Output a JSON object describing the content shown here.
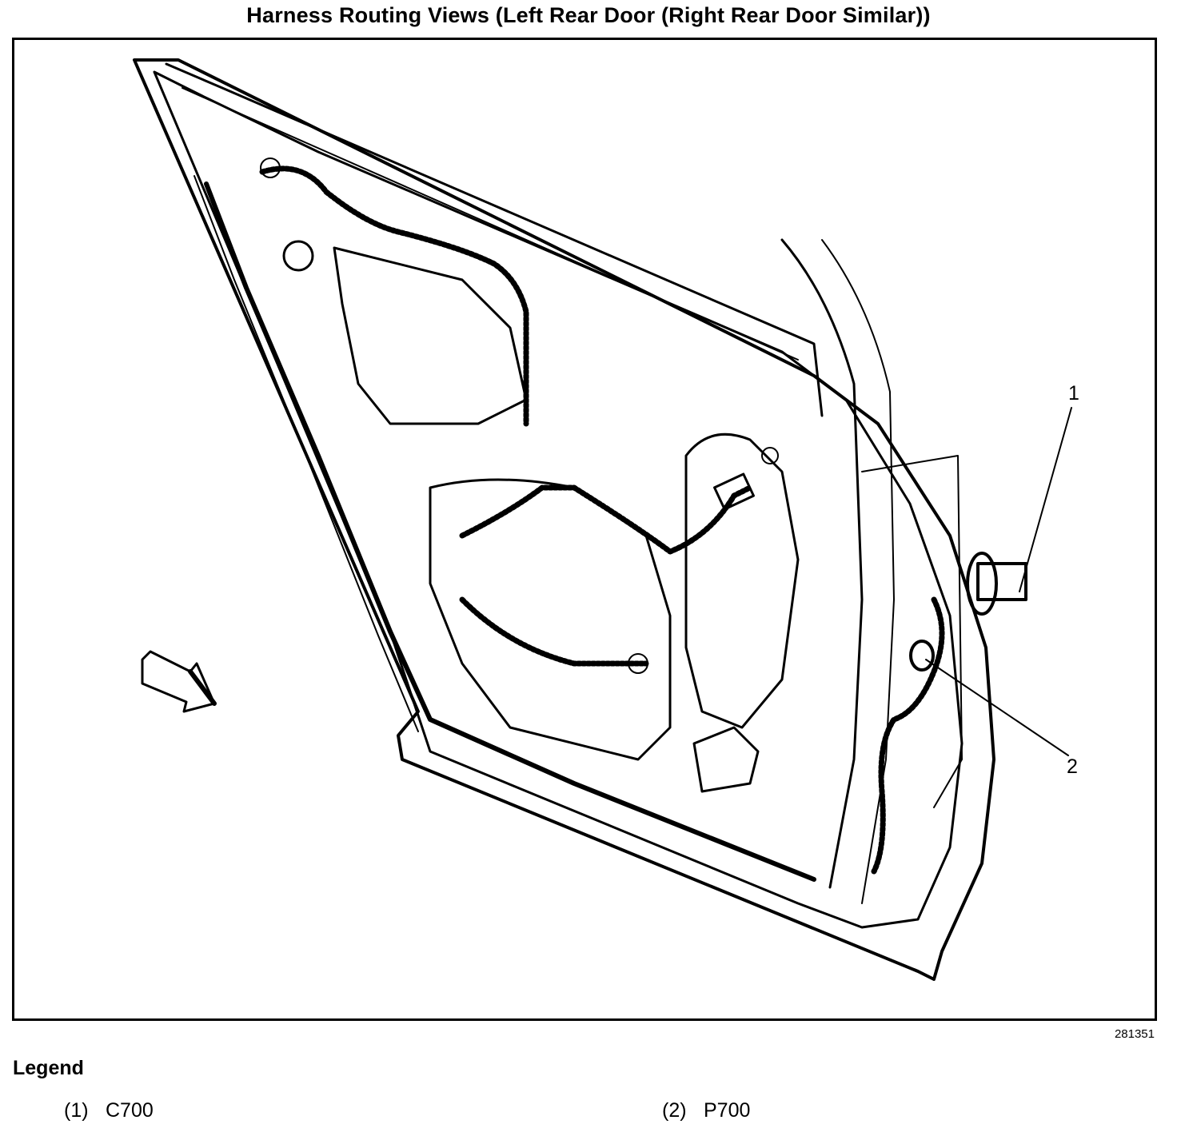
{
  "title": "Harness Routing Views (Left Rear Door (Right Rear Door Similar))",
  "figure_id": "281351",
  "callouts": [
    {
      "label": "1"
    },
    {
      "label": "2"
    }
  ],
  "legend": {
    "heading": "Legend",
    "items": [
      {
        "number": "(1)",
        "text": "C700"
      },
      {
        "number": "(2)",
        "text": "P700"
      }
    ]
  }
}
